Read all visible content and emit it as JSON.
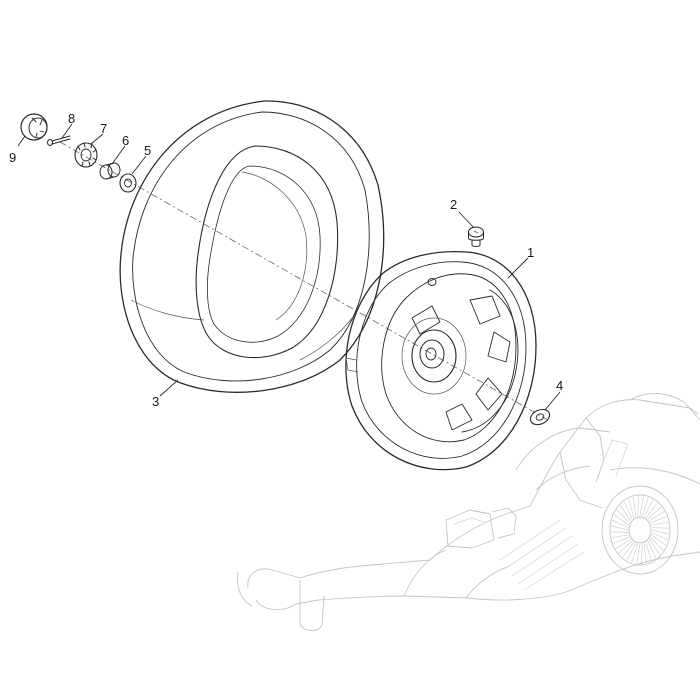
{
  "diagram": {
    "callouts": [
      {
        "id": "callout-1",
        "text": "1"
      },
      {
        "id": "callout-2",
        "text": "2"
      },
      {
        "id": "callout-3",
        "text": "3"
      },
      {
        "id": "callout-4",
        "text": "4"
      },
      {
        "id": "callout-5",
        "text": "5"
      },
      {
        "id": "callout-6",
        "text": "6"
      },
      {
        "id": "callout-7",
        "text": "7"
      },
      {
        "id": "callout-8",
        "text": "8"
      },
      {
        "id": "callout-9",
        "text": "9"
      }
    ],
    "colors": {
      "line": "#2a2a2a",
      "ghost": "#c4c4c4",
      "background": "#ffffff"
    }
  }
}
